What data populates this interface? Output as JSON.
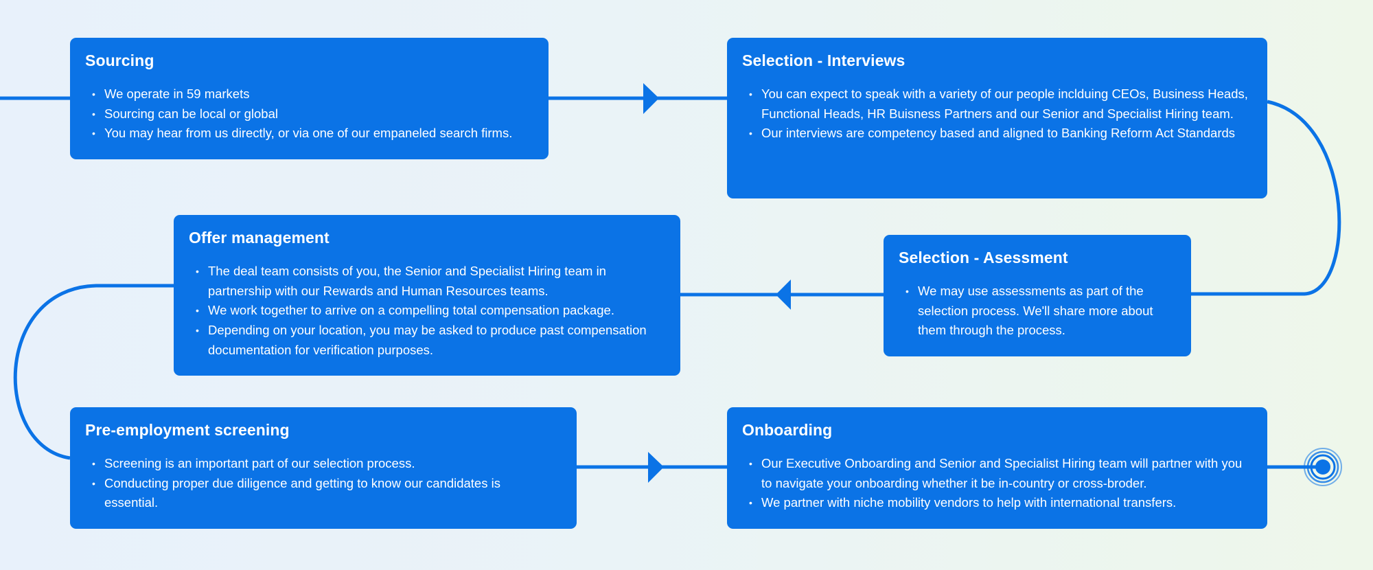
{
  "colors": {
    "card": "#0b73e6",
    "line": "#0b73e6",
    "text": "#ffffff"
  },
  "stages": {
    "sourcing": {
      "title": "Sourcing",
      "bullets": [
        "We operate in 59 markets",
        "Sourcing can be local or global",
        "You may hear from us directly, or via one of our empaneled search firms."
      ]
    },
    "interviews": {
      "title": "Selection - Interviews",
      "bullets": [
        "You can expect to speak with a variety of our people inclduing CEOs, Business Heads, Functional Heads, HR Buisness Partners and our Senior and Specialist Hiring team.",
        "Our interviews are competency based and aligned to Banking Reform Act Standards"
      ]
    },
    "assessment": {
      "title": "Selection - Asessment",
      "bullets": [
        "We may use assessments as part of the selection process.  We'll share more about them through the process."
      ]
    },
    "offer": {
      "title": "Offer management",
      "bullets": [
        "The deal team consists of you, the Senior and Specialist Hiring team in partnership with our Rewards and Human Resources teams.",
        "We work together to arrive on a compelling total compensation package.",
        "Depending on your location, you may be asked to produce past compensation documentation for verification purposes."
      ]
    },
    "screening": {
      "title": "Pre-employment screening",
      "bullets": [
        "Screening is an important part of our selection process.",
        "Conducting proper due diligence and getting to know our candidates is essential."
      ]
    },
    "onboarding": {
      "title": "Onboarding",
      "bullets": [
        "Our Executive Onboarding and Senior and Specialist Hiring team will partner with you to navigate your onboarding whether it be in-country or cross-broder.",
        "We partner with niche mobility vendors to help with international transfers."
      ]
    }
  }
}
